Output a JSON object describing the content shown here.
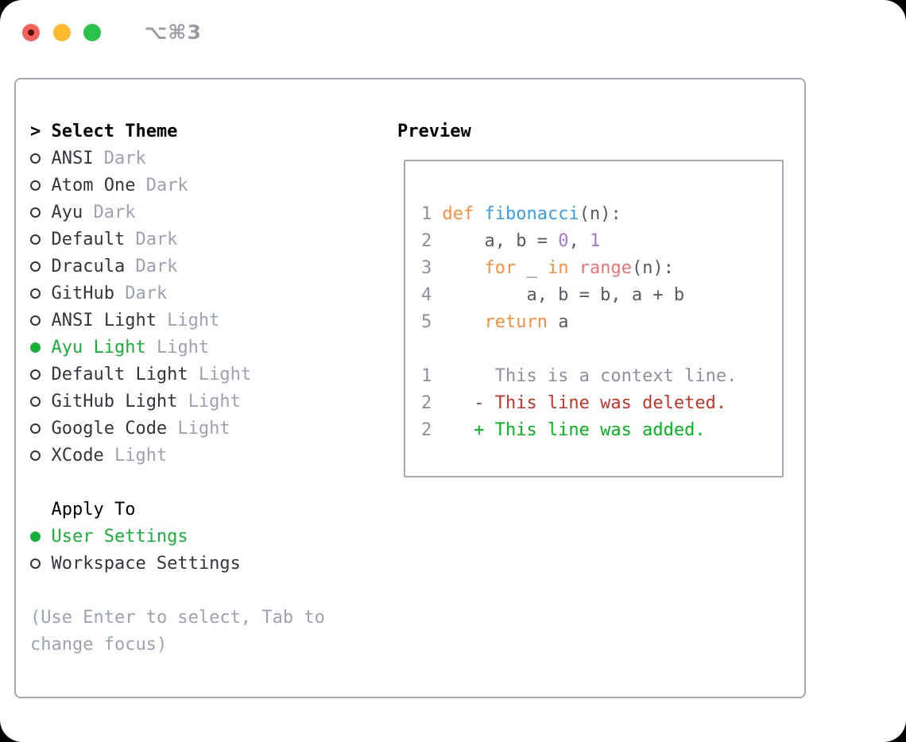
{
  "window": {
    "shortcut": "⌥⌘3",
    "traffic_lights": [
      {
        "name": "close",
        "color": "#f4605a"
      },
      {
        "name": "minimize",
        "color": "#fcbb2f"
      },
      {
        "name": "zoom",
        "color": "#2bc249"
      }
    ]
  },
  "theme_list": {
    "header_prefix": ">",
    "header": "Select Theme",
    "items": [
      {
        "name": "ANSI",
        "variant": "Dark",
        "selected": false
      },
      {
        "name": "Atom One",
        "variant": "Dark",
        "selected": false
      },
      {
        "name": "Ayu",
        "variant": "Dark",
        "selected": false
      },
      {
        "name": "Default",
        "variant": "Dark",
        "selected": false
      },
      {
        "name": "Dracula",
        "variant": "Dark",
        "selected": false
      },
      {
        "name": "GitHub",
        "variant": "Dark",
        "selected": false
      },
      {
        "name": "ANSI Light",
        "variant": "Light",
        "selected": false
      },
      {
        "name": "Ayu Light",
        "variant": "Light",
        "selected": true
      },
      {
        "name": "Default Light",
        "variant": "Light",
        "selected": false
      },
      {
        "name": "GitHub Light",
        "variant": "Light",
        "selected": false
      },
      {
        "name": "Google Code",
        "variant": "Light",
        "selected": false
      },
      {
        "name": "XCode",
        "variant": "Light",
        "selected": false
      }
    ]
  },
  "apply_to": {
    "header": "Apply To",
    "options": [
      {
        "label": "User Settings",
        "selected": true
      },
      {
        "label": "Workspace Settings",
        "selected": false
      }
    ]
  },
  "footer": {
    "line1": "(Use Enter to select, Tab to",
    "line2": "change focus)"
  },
  "preview": {
    "title": "Preview",
    "code_lines": [
      {
        "number": "1",
        "tokens": [
          {
            "t": "def",
            "c": "keyword"
          },
          {
            "t": " ",
            "c": "plain"
          },
          {
            "t": "fibonacci",
            "c": "function"
          },
          {
            "t": "(n):",
            "c": "plain"
          }
        ]
      },
      {
        "number": "2",
        "tokens": [
          {
            "t": "    a, b = ",
            "c": "plain"
          },
          {
            "t": "0",
            "c": "number"
          },
          {
            "t": ", ",
            "c": "plain"
          },
          {
            "t": "1",
            "c": "number"
          }
        ]
      },
      {
        "number": "3",
        "tokens": [
          {
            "t": "    ",
            "c": "plain"
          },
          {
            "t": "for",
            "c": "keyword"
          },
          {
            "t": " _ ",
            "c": "plain"
          },
          {
            "t": "in",
            "c": "keyword"
          },
          {
            "t": " ",
            "c": "plain"
          },
          {
            "t": "range",
            "c": "builtin"
          },
          {
            "t": "(n):",
            "c": "plain"
          }
        ]
      },
      {
        "number": "4",
        "tokens": [
          {
            "t": "        a, b = b, a + b",
            "c": "plain"
          }
        ]
      },
      {
        "number": "5",
        "tokens": [
          {
            "t": "    ",
            "c": "plain"
          },
          {
            "t": "return",
            "c": "keyword"
          },
          {
            "t": " a",
            "c": "plain"
          }
        ]
      }
    ],
    "diff_lines": [
      {
        "number": "1",
        "tokens": [
          {
            "t": "     This is a context line.",
            "c": "context"
          }
        ]
      },
      {
        "number": "2",
        "tokens": [
          {
            "t": "   - This line was deleted.",
            "c": "deleted"
          }
        ]
      },
      {
        "number": "2",
        "tokens": [
          {
            "t": "   + This line was added.",
            "c": "added"
          }
        ]
      }
    ]
  },
  "colors": {
    "traffic_red": "#f4605a",
    "traffic_red_dot": "#571208",
    "traffic_yellow": "#fcbb2f",
    "traffic_green": "#2bc249",
    "shortcut_text": "#9b9ba1",
    "border": "#a3aab5",
    "text_dark": "#31363d",
    "text_black": "#000000",
    "muted": "#9aa3b0",
    "line_number": "#8a929e",
    "ui_green": "#16b13a",
    "code_plain": "#545b63",
    "keyword": "#fa8d3e",
    "function": "#399ee6",
    "number": "#a37acc",
    "builtin_call": "#f07171",
    "context": "#8a929e",
    "deleted": "#c5342b",
    "added": "#00b71b"
  }
}
